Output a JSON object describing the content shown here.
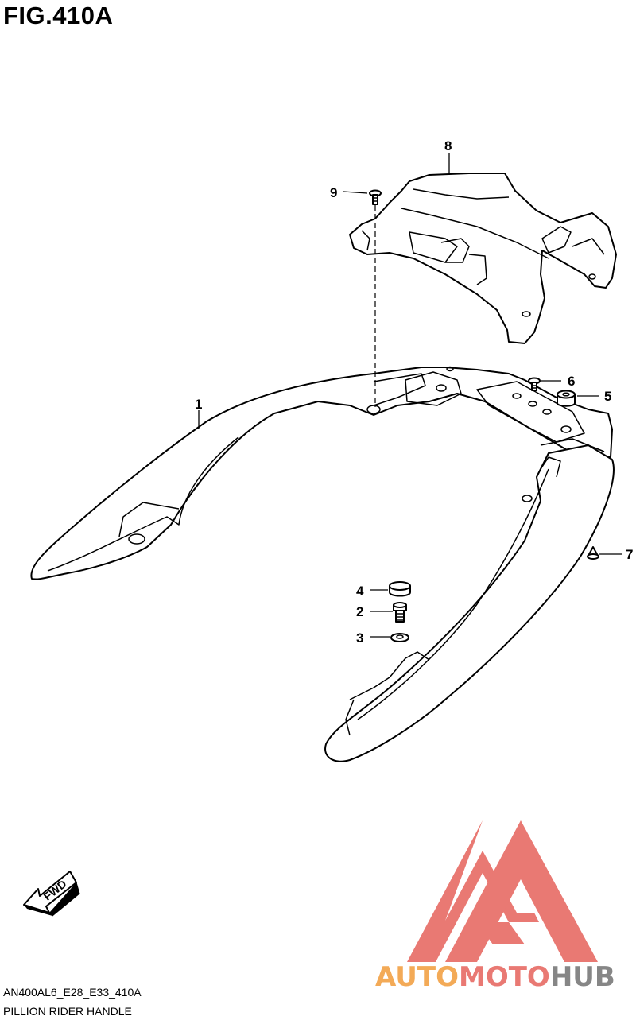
{
  "figure": {
    "title": "FIG.410A",
    "code": "AN400AL6_E28_E33_410A",
    "name": "PILLION RIDER HANDLE"
  },
  "callouts": [
    {
      "id": "1",
      "label": "1"
    },
    {
      "id": "2",
      "label": "2"
    },
    {
      "id": "3",
      "label": "3"
    },
    {
      "id": "4",
      "label": "4"
    },
    {
      "id": "5",
      "label": "5"
    },
    {
      "id": "6",
      "label": "6"
    },
    {
      "id": "7",
      "label": "7"
    },
    {
      "id": "8",
      "label": "8"
    },
    {
      "id": "9",
      "label": "9"
    }
  ],
  "fwd_arrow": {
    "label": "FWD"
  },
  "watermark": {
    "brand_part1": "AUTO",
    "brand_part2": "MOTO",
    "brand_part3": "HUB",
    "colors": {
      "primary": "#e8726c",
      "secondary": "#f3a64f",
      "gray": "#808080"
    }
  }
}
